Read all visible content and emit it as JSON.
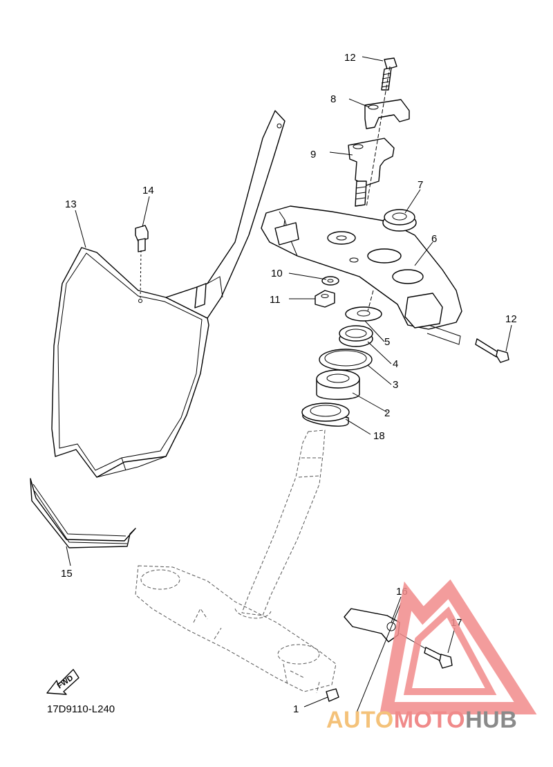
{
  "diagram": {
    "code": "17D9110-L240",
    "fwd_label": "FWD",
    "callouts": {
      "c1": "1",
      "c2": "2",
      "c3": "3",
      "c4": "4",
      "c5": "5",
      "c6": "6",
      "c7": "7",
      "c8": "8",
      "c9": "9",
      "c10": "10",
      "c11": "11",
      "c12a": "12",
      "c12b": "12",
      "c13": "13",
      "c14": "14",
      "c15": "15",
      "c16": "16",
      "c17": "17",
      "c18": "18"
    }
  },
  "watermark": {
    "part1": "AUTO",
    "part2": "MOTO",
    "part3": "HUB",
    "color_auto": "#f4c27a",
    "color_moto": "#f08a8a",
    "color_hub": "#8a8a8a",
    "triangle_color": "#f28b8b"
  }
}
